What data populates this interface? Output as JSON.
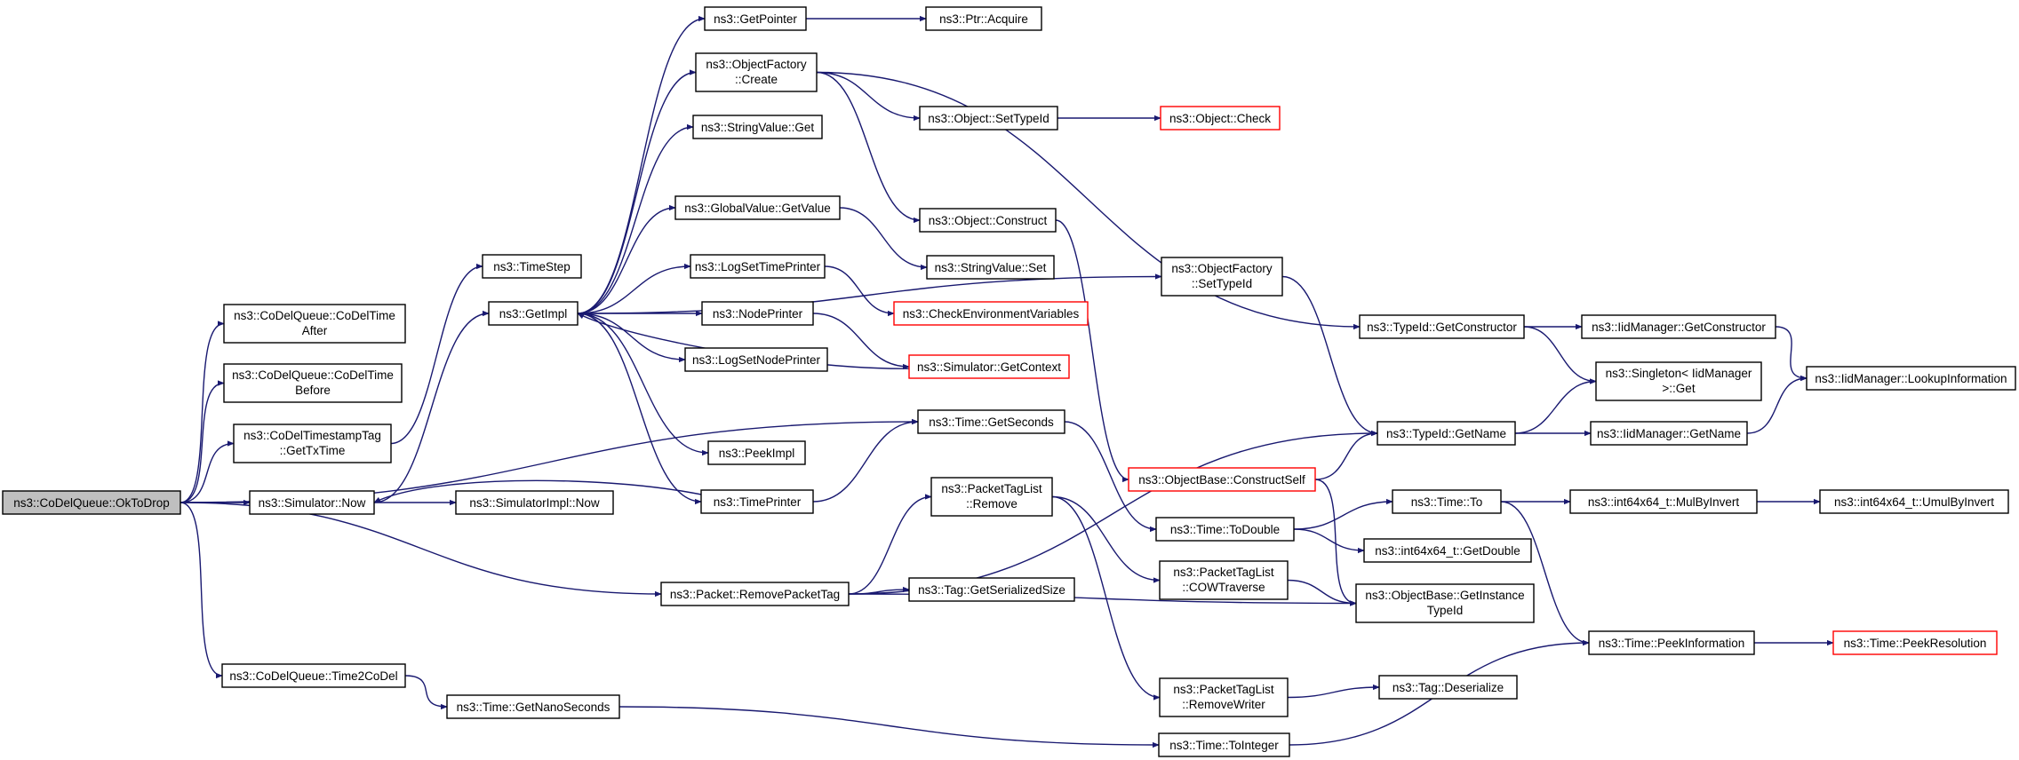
{
  "colors": {
    "edge": "#191970",
    "box_border": "#000000",
    "truncated_border": "#ff0000",
    "root_fill": "#bfbfbf",
    "box_fill": "#ffffff"
  },
  "nodes": [
    {
      "id": "root",
      "lines": [
        "ns3::CoDelQueue::OkToDrop"
      ],
      "style": "root"
    },
    {
      "id": "cdta",
      "lines": [
        "ns3::CoDelQueue::CoDelTime",
        "After"
      ],
      "style": "normal"
    },
    {
      "id": "cdtb",
      "lines": [
        "ns3::CoDelQueue::CoDelTime",
        "Before"
      ],
      "style": "normal"
    },
    {
      "id": "cdtag",
      "lines": [
        "ns3::CoDelTimestampTag",
        "::GetTxTime"
      ],
      "style": "normal"
    },
    {
      "id": "simnow",
      "lines": [
        "ns3::Simulator::Now"
      ],
      "style": "normal"
    },
    {
      "id": "simimplnow",
      "lines": [
        "ns3::SimulatorImpl::Now"
      ],
      "style": "normal"
    },
    {
      "id": "t2cd",
      "lines": [
        "ns3::CoDelQueue::Time2CoDel"
      ],
      "style": "normal"
    },
    {
      "id": "getnano",
      "lines": [
        "ns3::Time::GetNanoSeconds"
      ],
      "style": "normal"
    },
    {
      "id": "timestep",
      "lines": [
        "ns3::TimeStep"
      ],
      "style": "normal"
    },
    {
      "id": "getimpl",
      "lines": [
        "ns3::GetImpl"
      ],
      "style": "normal"
    },
    {
      "id": "getpointer",
      "lines": [
        "ns3::GetPointer"
      ],
      "style": "normal"
    },
    {
      "id": "ptracq",
      "lines": [
        "ns3::Ptr::Acquire"
      ],
      "style": "normal"
    },
    {
      "id": "ofcreate",
      "lines": [
        "ns3::ObjectFactory",
        "::Create"
      ],
      "style": "normal"
    },
    {
      "id": "svget",
      "lines": [
        "ns3::StringValue::Get"
      ],
      "style": "normal"
    },
    {
      "id": "gvgv",
      "lines": [
        "ns3::GlobalValue::GetValue"
      ],
      "style": "normal"
    },
    {
      "id": "logstp",
      "lines": [
        "ns3::LogSetTimePrinter"
      ],
      "style": "normal"
    },
    {
      "id": "nodeprinter",
      "lines": [
        "ns3::NodePrinter"
      ],
      "style": "normal"
    },
    {
      "id": "logsnp",
      "lines": [
        "ns3::LogSetNodePrinter"
      ],
      "style": "normal"
    },
    {
      "id": "peekimpl",
      "lines": [
        "ns3::PeekImpl"
      ],
      "style": "normal"
    },
    {
      "id": "timeprinter",
      "lines": [
        "ns3::TimePrinter"
      ],
      "style": "normal"
    },
    {
      "id": "objsettid",
      "lines": [
        "ns3::Object::SetTypeId"
      ],
      "style": "normal"
    },
    {
      "id": "objcheck",
      "lines": [
        "ns3::Object::Check"
      ],
      "style": "truncated"
    },
    {
      "id": "objconstruct",
      "lines": [
        "ns3::Object::Construct"
      ],
      "style": "normal"
    },
    {
      "id": "svset",
      "lines": [
        "ns3::StringValue::Set"
      ],
      "style": "normal"
    },
    {
      "id": "checkenv",
      "lines": [
        "ns3::CheckEnvironmentVariables"
      ],
      "style": "truncated"
    },
    {
      "id": "simgetctx",
      "lines": [
        "ns3::Simulator::GetContext"
      ],
      "style": "truncated"
    },
    {
      "id": "timegetsec",
      "lines": [
        "ns3::Time::GetSeconds"
      ],
      "style": "normal"
    },
    {
      "id": "ptlremove",
      "lines": [
        "ns3::PacketTagList",
        "::Remove"
      ],
      "style": "normal"
    },
    {
      "id": "pktrpt",
      "lines": [
        "ns3::Packet::RemovePacketTag"
      ],
      "style": "normal"
    },
    {
      "id": "taggss",
      "lines": [
        "ns3::Tag::GetSerializedSize"
      ],
      "style": "normal"
    },
    {
      "id": "ofsettid",
      "lines": [
        "ns3::ObjectFactory",
        "::SetTypeId"
      ],
      "style": "normal"
    },
    {
      "id": "obconstructself",
      "lines": [
        "ns3::ObjectBase::ConstructSelf"
      ],
      "style": "truncated"
    },
    {
      "id": "timetodouble",
      "lines": [
        "ns3::Time::ToDouble"
      ],
      "style": "normal"
    },
    {
      "id": "ptlcow",
      "lines": [
        "ns3::PacketTagList",
        "::COWTraverse"
      ],
      "style": "normal"
    },
    {
      "id": "ptlrw",
      "lines": [
        "ns3::PacketTagList",
        "::RemoveWriter"
      ],
      "style": "normal"
    },
    {
      "id": "timetoint",
      "lines": [
        "ns3::Time::ToInteger"
      ],
      "style": "normal"
    },
    {
      "id": "tidgetctor",
      "lines": [
        "ns3::TypeId::GetConstructor"
      ],
      "style": "normal"
    },
    {
      "id": "tidgetname",
      "lines": [
        "ns3::TypeId::GetName"
      ],
      "style": "normal"
    },
    {
      "id": "timeto",
      "lines": [
        "ns3::Time::To"
      ],
      "style": "normal"
    },
    {
      "id": "i64getdouble",
      "lines": [
        "ns3::int64x64_t::GetDouble"
      ],
      "style": "normal"
    },
    {
      "id": "obgit",
      "lines": [
        "ns3::ObjectBase::GetInstance",
        "TypeId"
      ],
      "style": "normal"
    },
    {
      "id": "tagdeser",
      "lines": [
        "ns3::Tag::Deserialize"
      ],
      "style": "normal"
    },
    {
      "id": "iidgetctor",
      "lines": [
        "ns3::IidManager::GetConstructor"
      ],
      "style": "normal"
    },
    {
      "id": "singletonget",
      "lines": [
        "ns3::Singleton< IidManager",
        ">::Get"
      ],
      "style": "normal"
    },
    {
      "id": "iidgetname",
      "lines": [
        "ns3::IidManager::GetName"
      ],
      "style": "normal"
    },
    {
      "id": "i64mulbyinv",
      "lines": [
        "ns3::int64x64_t::MulByInvert"
      ],
      "style": "normal"
    },
    {
      "id": "timepeekinfo",
      "lines": [
        "ns3::Time::PeekInformation"
      ],
      "style": "normal"
    },
    {
      "id": "iidlookup",
      "lines": [
        "ns3::IidManager::LookupInformation"
      ],
      "style": "normal"
    },
    {
      "id": "i64umulbyinv",
      "lines": [
        "ns3::int64x64_t::UmulByInvert"
      ],
      "style": "normal"
    },
    {
      "id": "timepeekres",
      "lines": [
        "ns3::Time::PeekResolution"
      ],
      "style": "truncated"
    }
  ],
  "edges": [
    [
      "root",
      "cdta"
    ],
    [
      "root",
      "cdtb"
    ],
    [
      "root",
      "cdtag"
    ],
    [
      "root",
      "simnow"
    ],
    [
      "root",
      "timegetsec"
    ],
    [
      "root",
      "pktrpt"
    ],
    [
      "root",
      "t2cd"
    ],
    [
      "cdtag",
      "timestep"
    ],
    [
      "simnow",
      "getimpl"
    ],
    [
      "simnow",
      "simimplnow"
    ],
    [
      "getimpl",
      "getpointer"
    ],
    [
      "getimpl",
      "ofcreate"
    ],
    [
      "getimpl",
      "svget"
    ],
    [
      "getimpl",
      "gvgv"
    ],
    [
      "getimpl",
      "logstp"
    ],
    [
      "getimpl",
      "nodeprinter"
    ],
    [
      "getimpl",
      "logsnp"
    ],
    [
      "getimpl",
      "peekimpl"
    ],
    [
      "getimpl",
      "timeprinter"
    ],
    [
      "getimpl",
      "ofsettid"
    ],
    [
      "getpointer",
      "ptracq"
    ],
    [
      "ofcreate",
      "tidgetctor"
    ],
    [
      "ofcreate",
      "objsettid"
    ],
    [
      "ofcreate",
      "objconstruct"
    ],
    [
      "objsettid",
      "objcheck"
    ],
    [
      "objconstruct",
      "obconstructself"
    ],
    [
      "gvgv",
      "svset"
    ],
    [
      "logstp",
      "checkenv"
    ],
    [
      "nodeprinter",
      "simgetctx"
    ],
    [
      "simgetctx",
      "getimpl"
    ],
    [
      "timeprinter",
      "simnow"
    ],
    [
      "timeprinter",
      "timegetsec"
    ],
    [
      "timegetsec",
      "timetodouble"
    ],
    [
      "t2cd",
      "getnano"
    ],
    [
      "getnano",
      "timetoint"
    ],
    [
      "pktrpt",
      "tidgetname"
    ],
    [
      "pktrpt",
      "ptlremove"
    ],
    [
      "pktrpt",
      "taggss"
    ],
    [
      "pktrpt",
      "obgit"
    ],
    [
      "ptlremove",
      "ptlcow"
    ],
    [
      "ptlremove",
      "ptlrw"
    ],
    [
      "ptlcow",
      "obgit"
    ],
    [
      "ptlrw",
      "tagdeser"
    ],
    [
      "ofsettid",
      "tidgetname"
    ],
    [
      "obconstructself",
      "tidgetname"
    ],
    [
      "obconstructself",
      "obgit"
    ],
    [
      "timetodouble",
      "timeto"
    ],
    [
      "timetodouble",
      "i64getdouble"
    ],
    [
      "timeto",
      "i64mulbyinv"
    ],
    [
      "timeto",
      "timepeekinfo"
    ],
    [
      "i64mulbyinv",
      "i64umulbyinv"
    ],
    [
      "timetoint",
      "timepeekinfo"
    ],
    [
      "timepeekinfo",
      "timepeekres"
    ],
    [
      "tidgetctor",
      "iidgetctor"
    ],
    [
      "tidgetctor",
      "singletonget"
    ],
    [
      "iidgetctor",
      "iidlookup"
    ],
    [
      "tidgetname",
      "singletonget"
    ],
    [
      "tidgetname",
      "iidgetname"
    ],
    [
      "iidgetname",
      "iidlookup"
    ]
  ]
}
